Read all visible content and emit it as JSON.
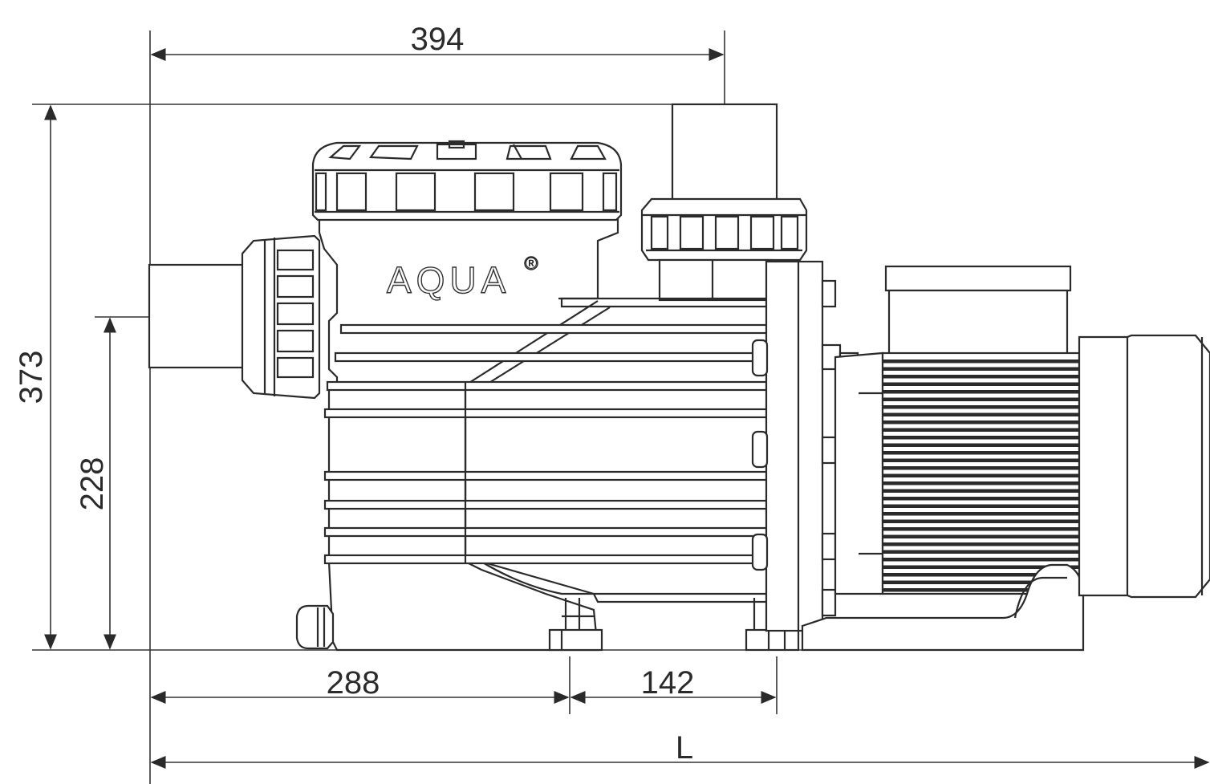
{
  "dimensions": {
    "total_height": "373",
    "inlet_height": "228",
    "top_width": "394",
    "base_left": "288",
    "base_right": "142",
    "overall_length": "L"
  },
  "brand": {
    "name": "AQUA",
    "registered_mark": "®"
  },
  "colors": {
    "line": "#2a2a2a",
    "background": "#ffffff"
  }
}
